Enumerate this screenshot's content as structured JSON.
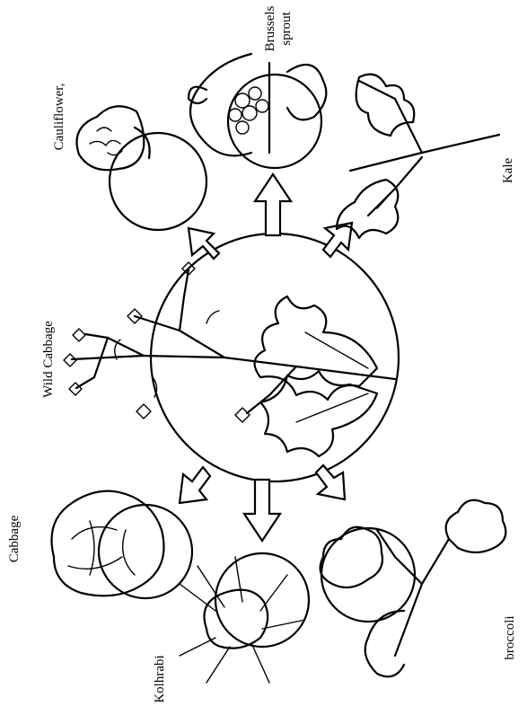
{
  "center": {
    "label": "Wild Cabbage"
  },
  "varieties": [
    {
      "id": "cauliflower",
      "label": "Cauliflower,"
    },
    {
      "id": "brussels",
      "label_line1": "Brussels",
      "label_line2": "sprout"
    },
    {
      "id": "kale",
      "label": "Kale"
    },
    {
      "id": "cabbage",
      "label": "Cabbage"
    },
    {
      "id": "kohlrabi",
      "label": "Kolhrabi"
    },
    {
      "id": "broccoli",
      "label": "broccoli"
    }
  ]
}
